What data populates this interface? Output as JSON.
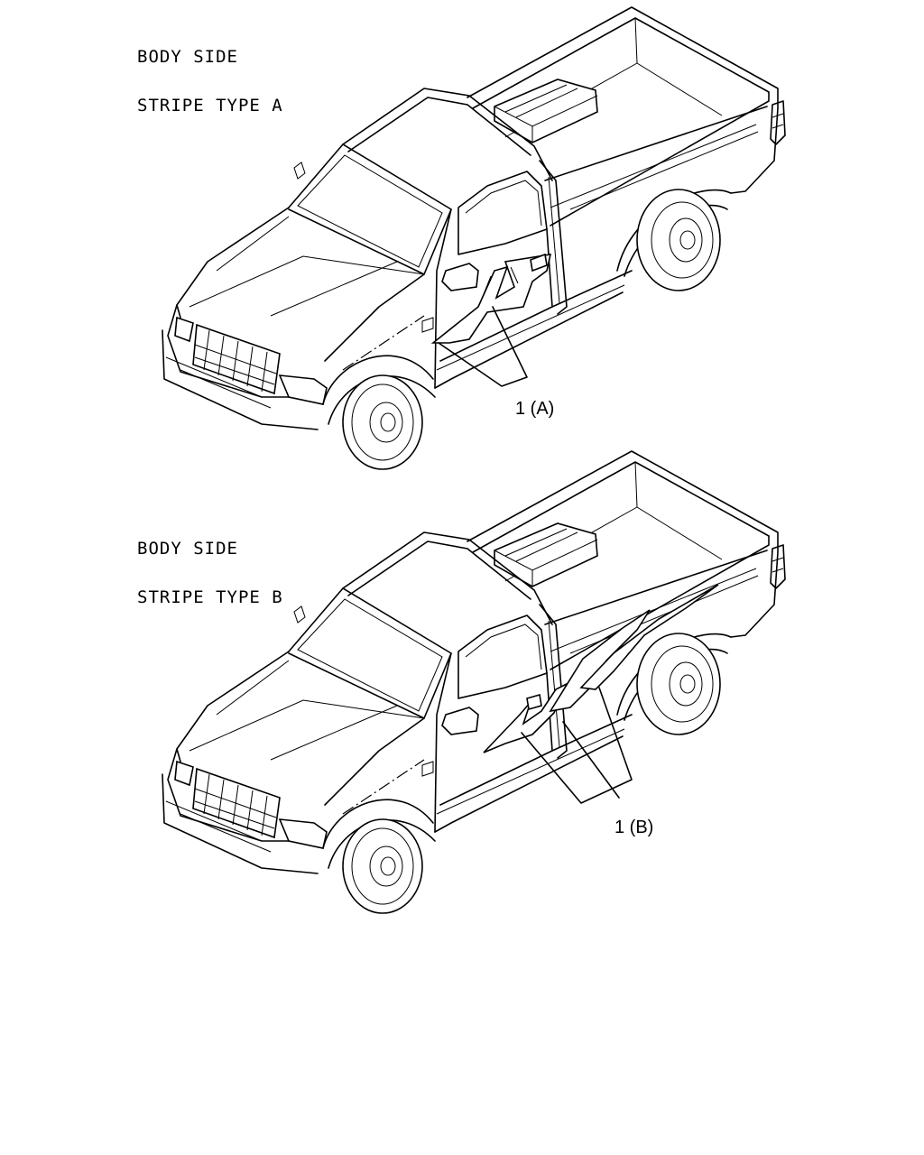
{
  "panels": [
    {
      "heading_line1": "BODY SIDE",
      "heading_line2": "STRIPE TYPE A",
      "callout": "1 (A)"
    },
    {
      "heading_line1": "BODY SIDE",
      "heading_line2": "STRIPE TYPE B",
      "callout": "1 (B)"
    }
  ]
}
